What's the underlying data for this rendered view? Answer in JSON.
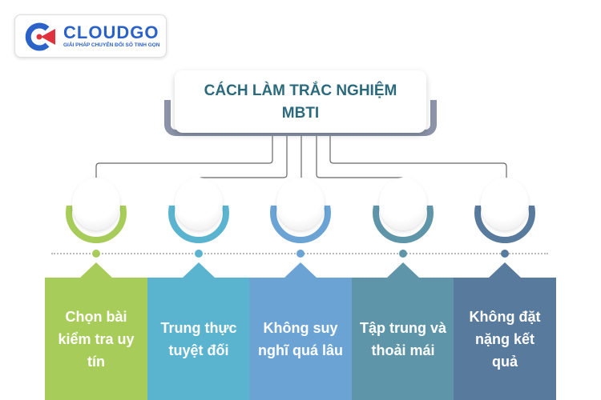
{
  "logo": {
    "brand": "CLOUDGO",
    "tagline": "GIẢI PHÁP CHUYỂN ĐỔI SỐ TINH GỌN"
  },
  "title": {
    "line1": "CÁCH LÀM TRẮC NGHIỆM",
    "line2": "MBTI"
  },
  "steps": [
    {
      "label": "Chọn bài kiểm tra uy tín",
      "color": "#a8cc5a"
    },
    {
      "label": "Trung thực tuyệt đối",
      "color": "#5ab4d0"
    },
    {
      "label": "Không suy nghĩ quá lâu",
      "color": "#6aa3d4"
    },
    {
      "label": "Tập trung và thoải mái",
      "color": "#5f95a8"
    },
    {
      "label": "Không đặt nặng kết quả",
      "color": "#587a9c"
    }
  ]
}
